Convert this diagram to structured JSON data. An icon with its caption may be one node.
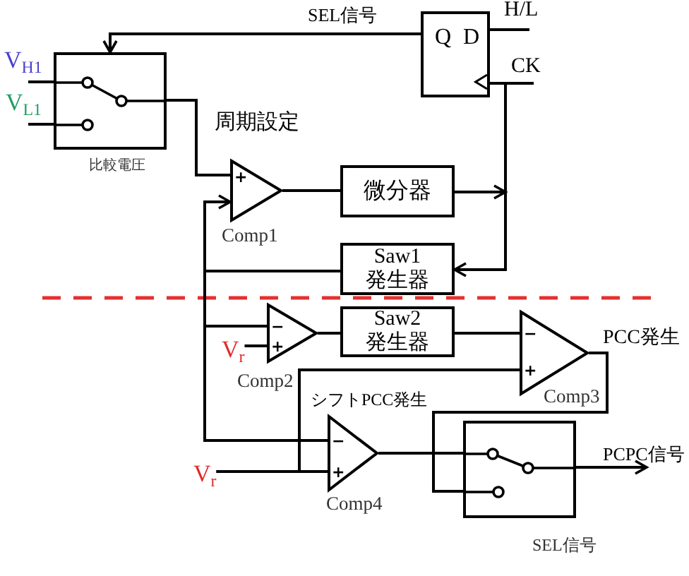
{
  "diagram": {
    "nodes": [
      {
        "text": [
          "V$_{H1}$"
        ]
      },
      {
        "text": [
          "V$_{L1}$"
        ]
      },
      {
        "text": [],
        "shape": "box",
        "beside": [
          "比較電圧"
        ]
      },
      {
        "text": [
          "Q",
          "D"
        ]
      },
      {
        "text": [
          "+"
        ],
        "beside": [
          "Comp1"
        ]
      },
      {
        "text": [
          "微分器"
        ]
      },
      {
        "text": [
          "Saw1 発生器"
        ]
      },
      {
        "text": [
          "−",
          "+"
        ],
        "beside": [
          "Comp2"
        ]
      },
      {
        "text": [
          "V$_{r}$"
        ]
      },
      {
        "text": [
          "Saw2 発生器"
        ]
      },
      {
        "text": [
          "−",
          "+"
        ],
        "beside": [
          "Comp3"
        ]
      },
      {
        "text": [
          "−",
          "+"
        ],
        "beside": [
          "Comp4"
        ]
      },
      {
        "text": [
          "V$_{r}$"
        ]
      },
      {
        "text": [],
        "shape": "box",
        "beside": [
          "SEL信号"
        ]
      },
      {
        "text": [
          "PCPC信号"
        ]
      }
    ],
    "edges": [
      {
        "from": 0,
        "to": 2,
        "arrow": "none"
      },
      {
        "from": 1,
        "to": 2,
        "arrow": "none"
      },
      {
        "from": 3,
        "to": 2,
        "arrow": "to",
        "label": "SEL信号"
      },
      {
        "from": 2,
        "to": 4,
        "arrow": "none"
      },
      {
        "from": 4,
        "to": 5,
        "arrow": "none"
      },
      {
        "from": 5,
        "to": 3,
        "arrow": "to"
      },
      {
        "from": 5,
        "to": 6,
        "arrow": "to"
      },
      {
        "from": 6,
        "to": 4,
        "arrow": "to"
      },
      {
        "from": 6,
        "to": 7,
        "arrow": "none"
      },
      {
        "from": 6,
        "to": 11,
        "arrow": "none"
      },
      {
        "from": 8,
        "to": 7,
        "arrow": "none"
      },
      {
        "from": 7,
        "to": 9,
        "arrow": "none"
      },
      {
        "from": 9,
        "to": 10,
        "arrow": "none"
      },
      {
        "from": 12,
        "to": 11,
        "arrow": "none"
      },
      {
        "from": 12,
        "to": 10,
        "arrow": "none"
      },
      {
        "from": 10,
        "to": 13,
        "arrow": "none"
      },
      {
        "from": 11,
        "to": 13,
        "arrow": "none"
      },
      {
        "from": 13,
        "to": 14,
        "arrow": "to"
      }
    ],
    "labels": [
      "H/L",
      "CK",
      "周期設定",
      "PCC発生",
      "シフトPCC発生"
    ]
  }
}
